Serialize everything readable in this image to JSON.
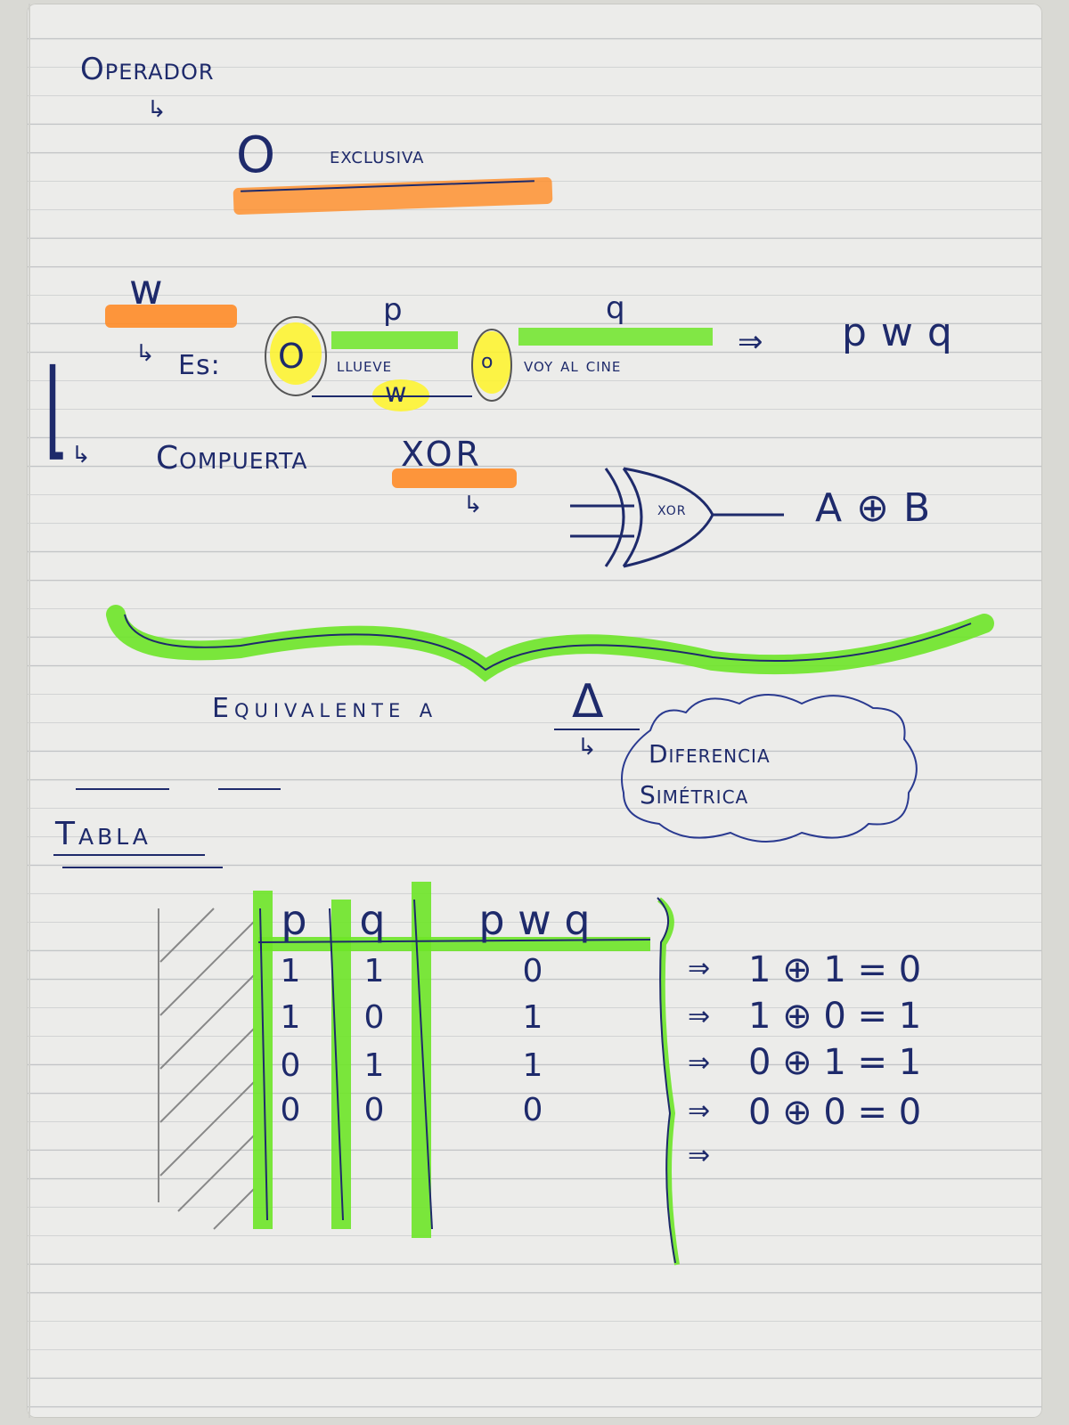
{
  "title": {
    "operador": "Operador",
    "o_letter": "O",
    "exclusiva": "exclusiva"
  },
  "symbol_section": {
    "symbol": "w",
    "example_label": "Es:",
    "o_start": "O",
    "p_label": "p",
    "q_label": "q",
    "p_text": "llueve",
    "connector": "o",
    "q_text": "voy al cine",
    "w_under": "w",
    "result": "p w q"
  },
  "gate_section": {
    "label": "Compuerta",
    "gate_name": "XOR",
    "gate_inner_label": "XOR",
    "expression": "A ⊕ B"
  },
  "equivalence": {
    "text": "Equivalente a",
    "delta": "Δ",
    "diff_line1": "Diferencia",
    "diff_line2": "Simétrica"
  },
  "table_section": {
    "heading": "Tabla",
    "headers": [
      "p",
      "q",
      "p w q"
    ],
    "rows": [
      [
        "1",
        "1",
        "0"
      ],
      [
        "1",
        "0",
        "1"
      ],
      [
        "0",
        "1",
        "1"
      ],
      [
        "0",
        "0",
        "0"
      ]
    ],
    "equations": [
      "1 ⊕ 1 = 0",
      "1 ⊕ 0 = 1",
      "0 ⊕ 1 = 1",
      "0 ⊕ 0 = 0"
    ]
  },
  "colors": {
    "ink": "#1e2a6b",
    "green_highlight": "#6ee628",
    "orange_highlight": "#ff8c28",
    "yellow_highlight": "#fff528"
  }
}
